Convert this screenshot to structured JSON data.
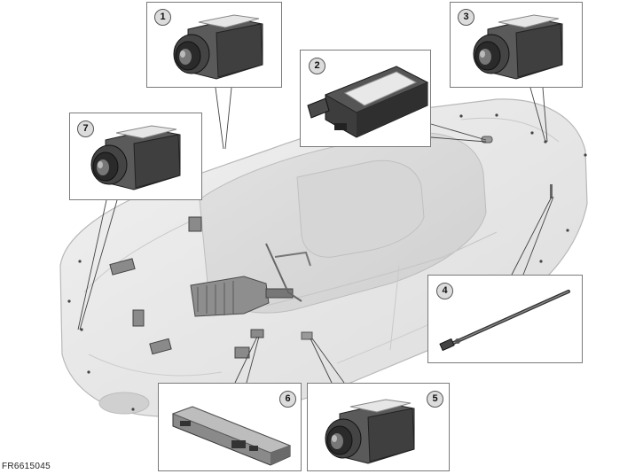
{
  "diagram": {
    "reference_code": "FR6615045",
    "callouts": [
      {
        "number": "1",
        "part": "camera-module"
      },
      {
        "number": "2",
        "part": "control-module"
      },
      {
        "number": "3",
        "part": "camera-module"
      },
      {
        "number": "4",
        "part": "antenna-rod"
      },
      {
        "number": "5",
        "part": "camera-module"
      },
      {
        "number": "6",
        "part": "control-module"
      },
      {
        "number": "7",
        "part": "camera-module"
      }
    ]
  }
}
